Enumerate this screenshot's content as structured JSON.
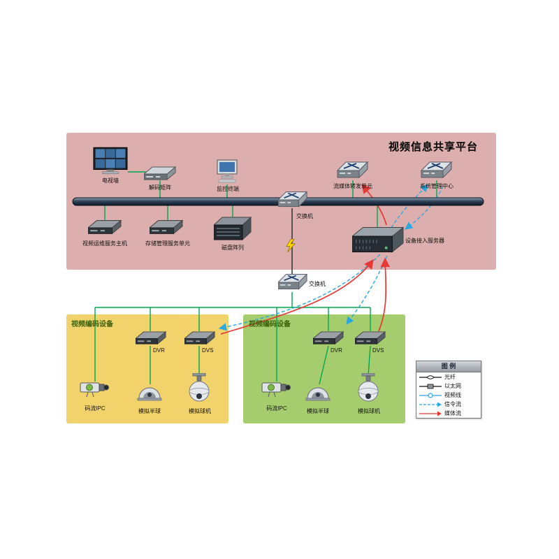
{
  "title": "视频信息共享平台",
  "zones": {
    "left_encode_label": "视频编码设备",
    "right_encode_label": "视频编码设备"
  },
  "nodes": {
    "tv_wall": {
      "label": "电视墙"
    },
    "decoder": {
      "label": "解码矩阵"
    },
    "monitor_terminal": {
      "label": "监控终端"
    },
    "switch_top": {
      "label": "交换机"
    },
    "stream_unit": {
      "label": "流媒体转发单元"
    },
    "mgmt_center": {
      "label": "系统管理中心"
    },
    "ops_host": {
      "label": "视频运维服务主机"
    },
    "storage_unit": {
      "label": "存储管理服务单元"
    },
    "disk_array": {
      "label": "磁盘阵列"
    },
    "access_server": {
      "label": "设备接入服务器"
    },
    "switch_mid": {
      "label": "交换机"
    },
    "dvr_left": {
      "label": "DVR"
    },
    "dvs_left": {
      "label": "DVS"
    },
    "ipc_left": {
      "label": "码流IPC"
    },
    "dome_left": {
      "label": "模拟半球"
    },
    "ball_left": {
      "label": "模拟球机"
    },
    "dvr_right": {
      "label": "DVR"
    },
    "dvs_right": {
      "label": "DVS"
    },
    "ipc_right": {
      "label": "码流IPC"
    },
    "dome_right": {
      "label": "模拟半球"
    },
    "ball_right": {
      "label": "模拟球机"
    }
  },
  "legend": {
    "title": "图 例",
    "items": [
      {
        "label": "光纤"
      },
      {
        "label": "以太网"
      },
      {
        "label": "视频线"
      },
      {
        "label": "信令流"
      },
      {
        "label": "媒体流"
      }
    ]
  },
  "colors": {
    "zone-platform": "#ddaeae",
    "zone-left": "#f2d26b",
    "zone-right": "#a6cd6d",
    "line-green": "#00a651",
    "line-blue": "#2aa7df",
    "line-red": "#e53935"
  }
}
